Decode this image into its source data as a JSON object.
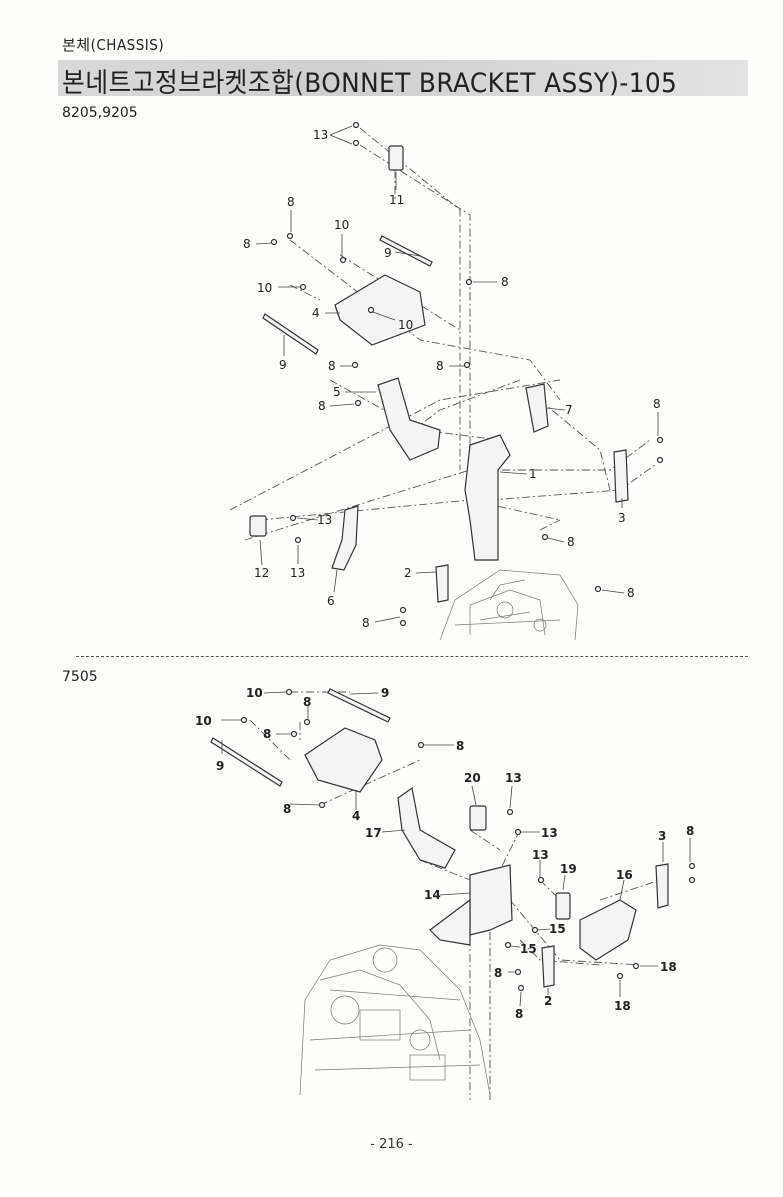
{
  "header": {
    "section": "본체(CHASSIS)",
    "title": "본네트고정브라켓조합(BONNET BRACKET ASSY)-105"
  },
  "diagram_top": {
    "models": "8205,9205",
    "callouts": [
      "13",
      "11",
      "8",
      "8",
      "10",
      "9",
      "8",
      "10",
      "4",
      "10",
      "9",
      "8",
      "8",
      "5",
      "8",
      "7",
      "8",
      "1",
      "13",
      "3",
      "12",
      "13",
      "8",
      "2",
      "8",
      "6",
      "8"
    ]
  },
  "diagram_bottom": {
    "models": "7505",
    "callouts": [
      "10",
      "9",
      "8",
      "10",
      "8",
      "9",
      "8",
      "8",
      "4",
      "20",
      "13",
      "17",
      "13",
      "3",
      "8",
      "13",
      "19",
      "16",
      "14",
      "15",
      "15",
      "8",
      "18",
      "2",
      "8",
      "18"
    ]
  },
  "footer": {
    "page_number": "- 216 -"
  }
}
